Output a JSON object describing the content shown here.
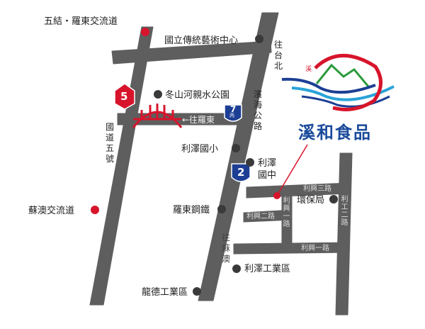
{
  "places": {
    "wujie_interchange": "五結・羅東交流道",
    "arts_center": "國立傳統藝術中心",
    "dongshan_park": "冬山河親水公園",
    "toward_luodong": "←往羅東",
    "lize_elementary": "利澤國小",
    "lize_junior_high": "利澤國中",
    "luodong_steel": "羅東鋼鐵",
    "suao_interchange": "蘇澳交流道",
    "lize_industrial": "利澤工業區",
    "longde_industrial": "龍德工業區",
    "env_bureau": "環保局"
  },
  "roads": {
    "toward_taipei": "往台北",
    "binhai_road": "濱海公路",
    "freeway_5": "國道五號",
    "toward_suao": "往蘇澳",
    "lixing_3rd": "利興三路",
    "lixing_2nd": "利興二路",
    "lixing_1st": "利興一路",
    "ligong_2nd": "利工二路",
    "lixing_vertical": "利興一路"
  },
  "shields": {
    "freeway_number": "5",
    "provincial_number": "2",
    "county_number": "7",
    "county_suffix": "丙"
  },
  "brand": {
    "name": "溪和食品",
    "logo_char": "溪"
  },
  "colors": {
    "road": "#5e5e5e",
    "marker": "#d7142b",
    "brand_blue": "#1a4a9a",
    "shield_blue": "#1c3f94"
  }
}
